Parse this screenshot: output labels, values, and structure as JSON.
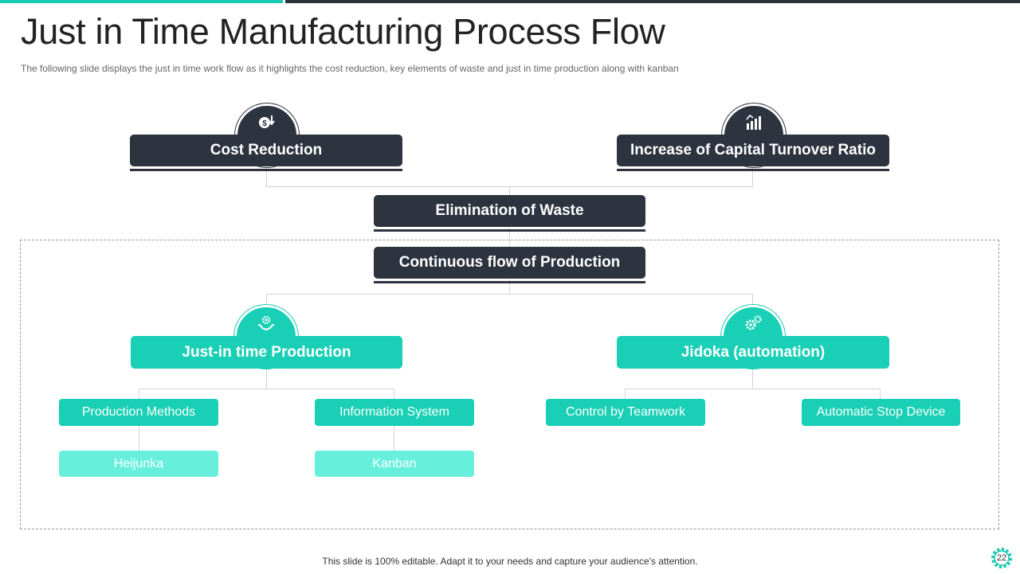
{
  "title": "Just in Time Manufacturing Process Flow",
  "subtitle": "The following  slide displays the just in time work flow  as it highlights the cost reduction, key elements of waste and just in time production along with kanban",
  "nodes": {
    "cost_reduction": "Cost Reduction",
    "capital_turnover": "Increase of Capital Turnover Ratio",
    "elimination_waste": "Elimination of Waste",
    "continuous_flow": "Continuous flow of Production",
    "jit_production": "Just-in time Production",
    "jidoka": "Jidoka (automation)",
    "production_methods": "Production Methods",
    "information_system": "Information  System",
    "control_teamwork": "Control by Teamwork",
    "automatic_stop": "Automatic Stop Device",
    "heijunka": "Heijunka",
    "kanban": "Kanban"
  },
  "icons": {
    "cost_reduction": "money-down-icon",
    "capital_turnover": "growth-chart-icon",
    "jit_production": "gear-hands-icon",
    "jidoka": "gears-icon",
    "page_badge": "gear-icon"
  },
  "colors": {
    "dark": "#2d3440",
    "teal": "#19cfb5",
    "light_teal": "#66f0dc",
    "accent_bar": "#19c9b0"
  },
  "footer": "This slide is 100% editable. Adapt it to your needs and capture your audience's attention.",
  "page_number": "22"
}
